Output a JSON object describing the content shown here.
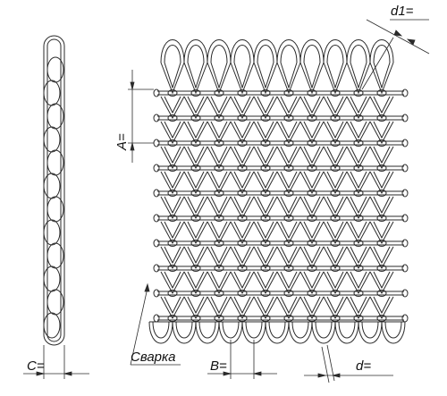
{
  "labels": {
    "d1": "d1=",
    "a": "A=",
    "c": "C=",
    "weld": "Сварка",
    "b": "B=",
    "d": "d="
  },
  "colors": {
    "line": "#2a2a2a",
    "background": "#ffffff"
  }
}
